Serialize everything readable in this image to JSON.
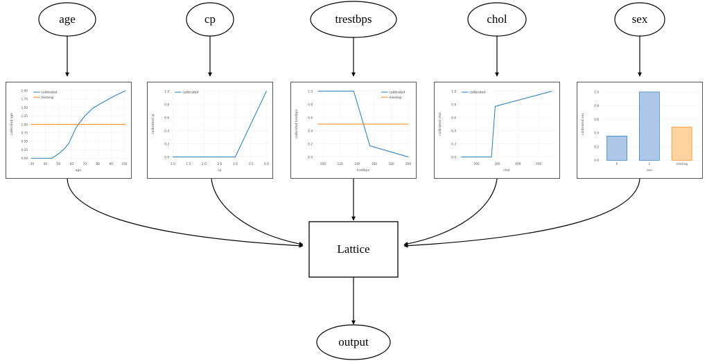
{
  "diagram": {
    "title": "calibrated-lattice-model-graph",
    "input_nodes": [
      {
        "id": "age",
        "label": "age"
      },
      {
        "id": "cp",
        "label": "cp"
      },
      {
        "id": "trestbps",
        "label": "trestbps"
      },
      {
        "id": "chol",
        "label": "chol"
      },
      {
        "id": "sex",
        "label": "sex"
      }
    ],
    "lattice_node": {
      "id": "lattice",
      "label": "Lattice"
    },
    "output_node": {
      "id": "output",
      "label": "output"
    },
    "edge_color": "#000000",
    "node_fill": "#ffffff",
    "node_stroke": "#000000"
  },
  "colors": {
    "calibrated": "#1f77b4",
    "missing": "#ff7f0e",
    "bar_blue_fill": "#aec7e8",
    "bar_blue_edge": "#1f77b4",
    "bar_orange_fill": "#ffd3a0",
    "bar_orange_edge": "#ff7f0e",
    "grid": "#eaeaf0",
    "panel_border": "#555555",
    "tick_label": "#4d4d4d"
  },
  "chart_data": [
    {
      "id": "age",
      "type": "line",
      "title": "",
      "xlabel": "age",
      "ylabel": "calibrated age",
      "xlim": [
        28,
        102
      ],
      "ylim": [
        -0.06,
        2.08
      ],
      "xticks": [
        30,
        40,
        50,
        60,
        70,
        80,
        90,
        100
      ],
      "yticks": [
        0.0,
        0.25,
        0.5,
        0.75,
        1.0,
        1.25,
        1.5,
        1.75,
        2.0
      ],
      "ytick_labels": [
        "0.00",
        "0.25",
        "0.50",
        "0.75",
        "1.00",
        "1.25",
        "1.50",
        "1.75",
        "2.00"
      ],
      "grid": true,
      "legend_position": "upper left",
      "series": [
        {
          "name": "calibrated",
          "color": "#1f77b4",
          "x": [
            29,
            45,
            50,
            55,
            58,
            63,
            66,
            70,
            76,
            84,
            92,
            101
          ],
          "values": [
            0.0,
            0.0,
            0.13,
            0.3,
            0.45,
            0.88,
            1.05,
            1.25,
            1.48,
            1.66,
            1.83,
            2.0
          ]
        },
        {
          "name": "missing",
          "color": "#ff7f0e",
          "x": [
            29,
            101
          ],
          "values": [
            1.0,
            1.0
          ]
        }
      ]
    },
    {
      "id": "cp",
      "type": "line",
      "title": "",
      "xlabel": "cp",
      "ylabel": "calibrated cp",
      "xlim": [
        0.94,
        4.06
      ],
      "ylim": [
        -0.05,
        1.05
      ],
      "xticks": [
        1.0,
        1.5,
        2.0,
        2.5,
        3.0,
        3.5,
        4.0
      ],
      "xtick_labels": [
        "1.0",
        "1.5",
        "2.0",
        "2.5",
        "3.0",
        "3.5",
        "4.0"
      ],
      "yticks": [
        0.0,
        0.2,
        0.4,
        0.6,
        0.8,
        1.0
      ],
      "ytick_labels": [
        "0.0",
        "0.2",
        "0.4",
        "0.6",
        "0.8",
        "1.0"
      ],
      "grid": true,
      "legend_position": "upper left",
      "series": [
        {
          "name": "calibrated",
          "color": "#1f77b4",
          "x": [
            1.0,
            3.0,
            4.0
          ],
          "values": [
            0.0,
            0.0,
            1.0
          ]
        }
      ]
    },
    {
      "id": "trestbps",
      "type": "line",
      "title": "",
      "xlabel": "trestbps",
      "ylabel": "calibrated trestbps",
      "xlim": [
        90,
        204
      ],
      "ylim": [
        -0.05,
        1.05
      ],
      "xticks": [
        100,
        120,
        140,
        160,
        180,
        200
      ],
      "yticks": [
        0.0,
        0.2,
        0.4,
        0.6,
        0.8,
        1.0
      ],
      "ytick_labels": [
        "0.0",
        "0.2",
        "0.4",
        "0.6",
        "0.8",
        "1.0"
      ],
      "grid": true,
      "legend_position": "upper right",
      "series": [
        {
          "name": "calibrated",
          "color": "#1f77b4",
          "x": [
            94,
            136,
            155,
            200
          ],
          "values": [
            1.0,
            1.0,
            0.17,
            0.0
          ]
        },
        {
          "name": "missing",
          "color": "#ff7f0e",
          "x": [
            94,
            200
          ],
          "values": [
            0.5,
            0.5
          ]
        }
      ]
    },
    {
      "id": "chol",
      "type": "line",
      "title": "",
      "xlabel": "chol",
      "ylabel": "calibrated chol",
      "xlim": [
        110,
        580
      ],
      "ylim": [
        -0.05,
        1.05
      ],
      "xticks": [
        200,
        300,
        400,
        500
      ],
      "yticks": [
        0.0,
        0.2,
        0.4,
        0.6,
        0.8,
        1.0
      ],
      "ytick_labels": [
        "0.0",
        "0.2",
        "0.4",
        "0.6",
        "0.8",
        "1.0"
      ],
      "grid": true,
      "legend_position": "upper left",
      "series": [
        {
          "name": "calibrated",
          "color": "#1f77b4",
          "x": [
            126,
            272,
            290,
            564
          ],
          "values": [
            0.0,
            0.0,
            0.77,
            1.0
          ]
        }
      ]
    },
    {
      "id": "sex",
      "type": "bar",
      "title": "",
      "xlabel": "sex",
      "ylabel": "calibrated sex",
      "categories": [
        "0",
        "1",
        "missing"
      ],
      "values": [
        0.355,
        1.0,
        0.485
      ],
      "bar_colors": [
        "#aec7e8",
        "#aec7e8",
        "#ffd3a0"
      ],
      "bar_edge_colors": [
        "#1f77b4",
        "#1f77b4",
        "#ff7f0e"
      ],
      "ylim": [
        0.0,
        1.06
      ],
      "yticks": [
        0.0,
        0.2,
        0.4,
        0.6,
        0.8,
        1.0
      ],
      "ytick_labels": [
        "0.0",
        "0.2",
        "0.4",
        "0.6",
        "0.8",
        "1.0"
      ],
      "grid": true,
      "legend_position": "none"
    }
  ]
}
